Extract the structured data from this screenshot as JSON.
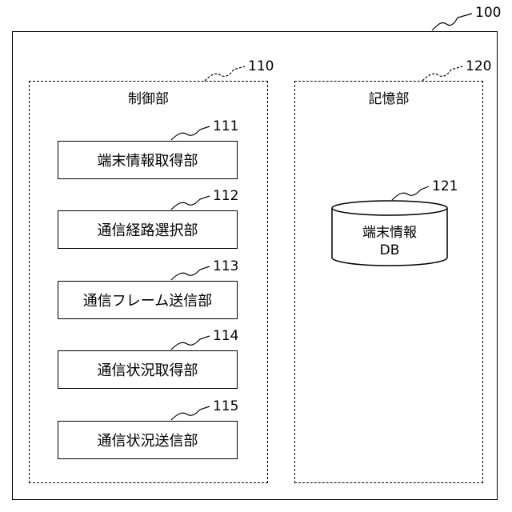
{
  "system": {
    "ref": "100"
  },
  "control_unit": {
    "ref": "110",
    "title": "制御部",
    "components": [
      {
        "ref": "111",
        "label": "端末情報取得部"
      },
      {
        "ref": "112",
        "label": "通信経路選択部"
      },
      {
        "ref": "113",
        "label": "通信フレーム送信部"
      },
      {
        "ref": "114",
        "label": "通信状況取得部"
      },
      {
        "ref": "115",
        "label": "通信状況送信部"
      }
    ]
  },
  "storage_unit": {
    "ref": "120",
    "title": "記憶部",
    "database": {
      "ref": "121",
      "label_line1": "端末情報",
      "label_line2": "DB"
    }
  }
}
